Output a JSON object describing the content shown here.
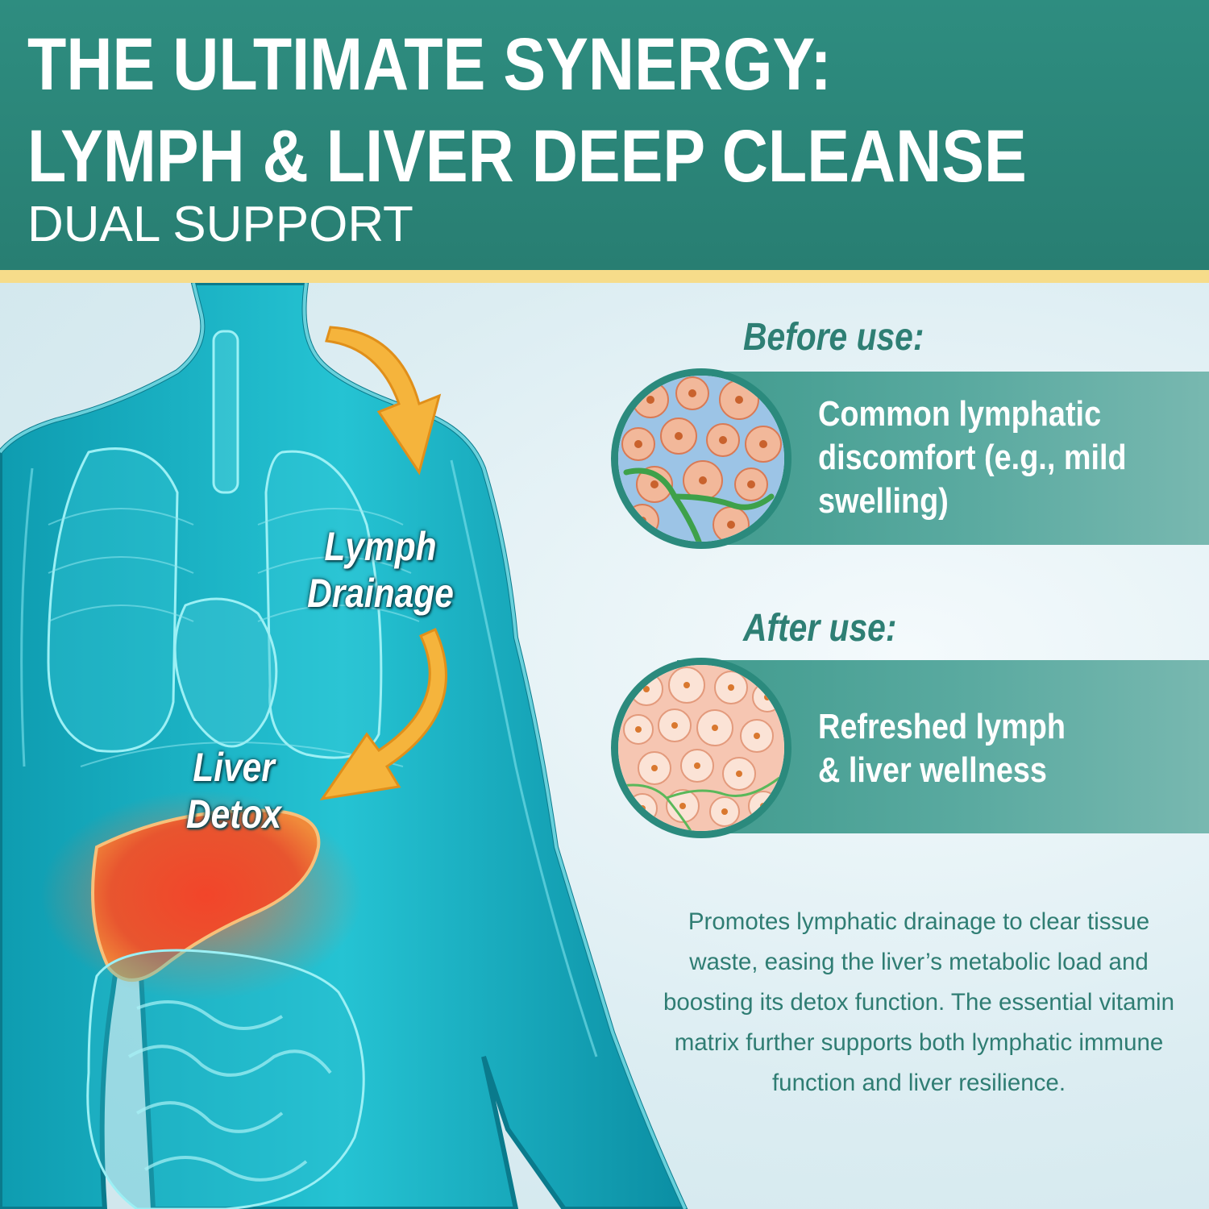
{
  "header": {
    "title_line1": "THE ULTIMATE SYNERGY:",
    "title_line2": "LYMPH & LIVER DEEP CLEANSE",
    "subtitle": "DUAL SUPPORT"
  },
  "figure": {
    "label_lymph": "Lymph Drainage",
    "label_lymph_line1": "Lymph",
    "label_lymph_line2": "Drainage",
    "label_liver_line1": "Liver",
    "label_liver_line2": "Detox"
  },
  "before": {
    "label": "Before use:",
    "line1": "Common lymphatic",
    "line2": "discomfort (e.g., mild",
    "line3": "swelling)"
  },
  "after": {
    "label": "After use:",
    "line1": "Refreshed lymph",
    "line2": "& liver wellness"
  },
  "description": "Promotes lymphatic drainage to clear tissue waste, easing the liver’s metabolic load and boosting its detox function. The essential vitamin matrix further supports both lymphatic immune function and liver resilience.",
  "colors": {
    "header_teal": "#2e8d80",
    "accent_yellow": "#f6dc8a",
    "body_cyan": "#1fb8c9",
    "liver_red": "#e8402a",
    "arrow_orange": "#f5b43c",
    "text_teal": "#2e7f74"
  }
}
